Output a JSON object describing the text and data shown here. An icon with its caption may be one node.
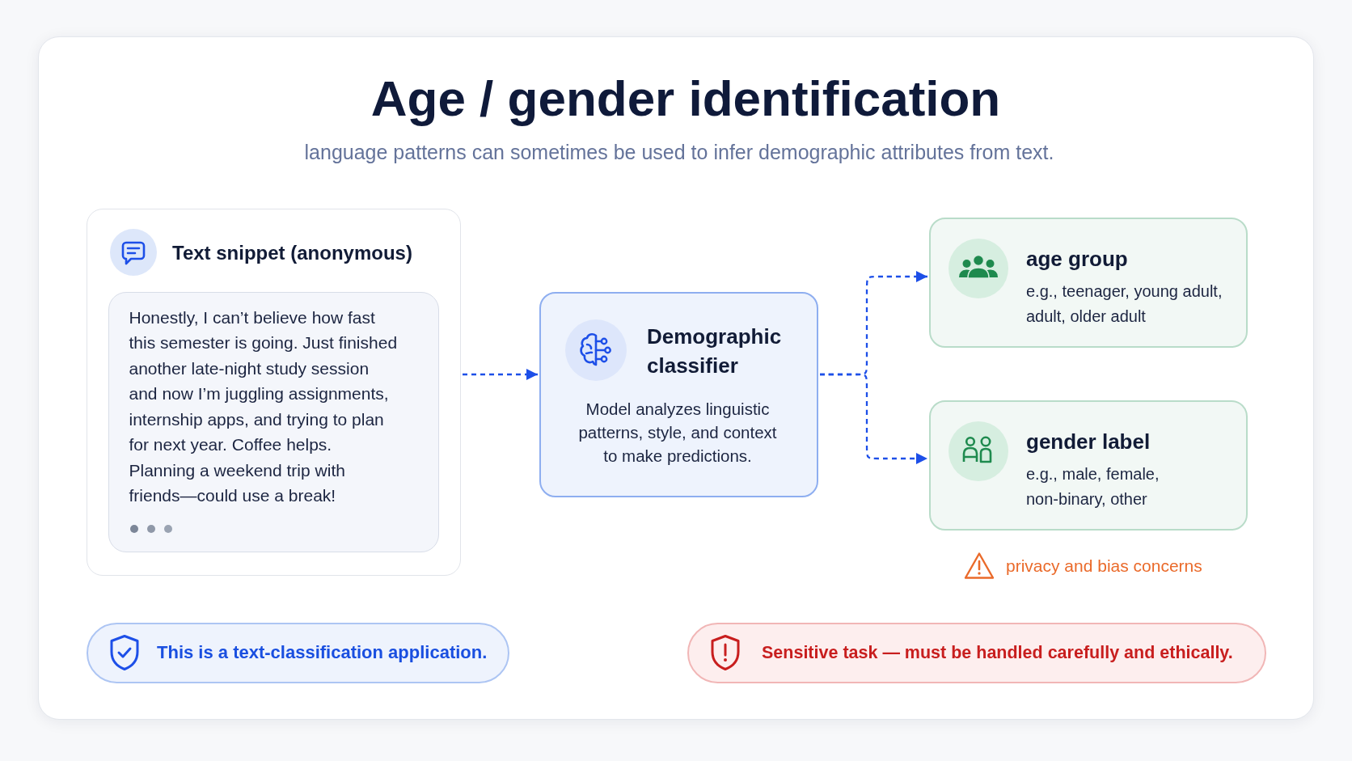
{
  "diagram": {
    "title": "Age / gender identification",
    "nodes": [
      {
        "text": [
          "Text snippet (anonymous)"
        ]
      },
      {
        "text": [
          "Honestly, I can’t believe how fast this semester is going. Just finished another late-night study session and now I’m juggling assignments, internship apps, and trying to plan for next year. Coffee helps. Planning a weekend trip with friends—could use a break!"
        ],
        "in": 0
      },
      {
        "text": [
          "Demographic classifier",
          "Model analyzes linguistic patterns, style, and context to make predictions."
        ]
      },
      {
        "text": [
          "age group",
          "e.g., teenager, young adult, adult, older adult"
        ]
      },
      {
        "text": [
          "gender label",
          "e.g., male, female, non-binary, other"
        ]
      },
      {
        "text": [
          "This is a text-classification application."
        ]
      },
      {
        "text": [
          "Sensitive task — must be handled carefully and ethically."
        ]
      }
    ],
    "edges": [
      {
        "from": 0,
        "to": 2,
        "arrow": "to",
        "style": "dashed"
      },
      {
        "from": 2,
        "to": 3,
        "arrow": "to",
        "style": "dashed"
      },
      {
        "from": 2,
        "to": 4,
        "arrow": "to",
        "style": "dashed"
      }
    ],
    "labels": [
      "language patterns can sometimes be used to infer demographic attributes from text.",
      "privacy and bias concerns"
    ]
  }
}
